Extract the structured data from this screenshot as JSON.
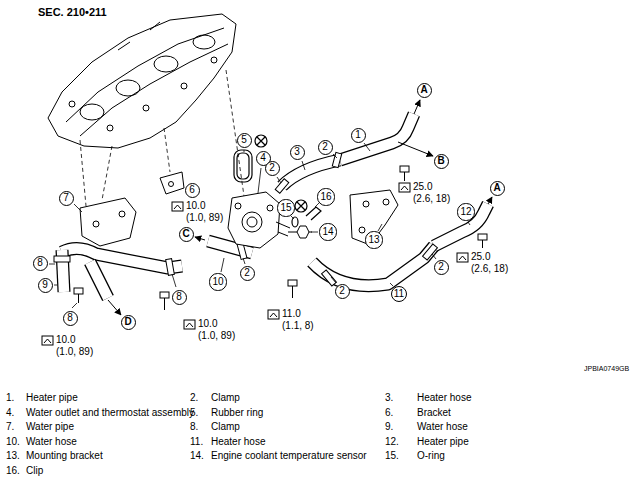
{
  "diagram": {
    "nodes": [
      {
        "text": [
          "A"
        ]
      },
      {
        "text": [
          "1"
        ]
      },
      {
        "text": [
          "5"
        ]
      },
      {
        "text": [
          "2"
        ]
      },
      {
        "text": [
          "3"
        ]
      },
      {
        "text": [
          "4"
        ]
      },
      {
        "text": [
          "B"
        ]
      },
      {
        "text": [
          "2"
        ]
      },
      {
        "text": [
          "A"
        ]
      },
      {
        "text": [
          "6"
        ]
      },
      {
        "text": [
          "16"
        ]
      },
      {
        "text": [
          "7"
        ]
      },
      {
        "text": [
          "15"
        ]
      },
      {
        "text": [
          "12"
        ]
      },
      {
        "text": [
          "C"
        ]
      },
      {
        "text": [
          "14"
        ]
      },
      {
        "text": [
          "13"
        ]
      },
      {
        "text": [
          "8"
        ]
      },
      {
        "text": [
          "2"
        ]
      },
      {
        "text": [
          "2"
        ]
      },
      {
        "text": [
          "10"
        ]
      },
      {
        "text": [
          "9"
        ]
      },
      {
        "text": [
          "2"
        ]
      },
      {
        "text": [
          "11"
        ]
      },
      {
        "text": [
          "8"
        ]
      },
      {
        "text": [
          "8"
        ]
      },
      {
        "text": [
          "D"
        ]
      }
    ],
    "labels": [
      "SEC. 210•211",
      "10.0 (1.0, 89)",
      "25.0 (2.6, 18)",
      "25.0 (2.6, 18)",
      "11.0 (1.1, 8)",
      "10.0 (1.0, 89)",
      "10.0 (1.0, 89)",
      "JPBIA0749GB",
      "1.",
      "Heater pipe",
      "2.",
      "Clamp",
      "3.",
      "Heater hose",
      "4.",
      "Water outlet and thermostat assembly",
      "5.",
      "Rubber ring",
      "6.",
      "Bracket",
      "7.",
      "Water pipe",
      "8.",
      "Clamp",
      "9.",
      "Water hose",
      "10.",
      "Water hose",
      "11.",
      "Heater hose",
      "12.",
      "Heater pipe",
      "13.",
      "Mounting bracket",
      "14.",
      "Engine coolant temperature sensor",
      "15.",
      "O-ring",
      "16.",
      "Clip"
    ]
  }
}
